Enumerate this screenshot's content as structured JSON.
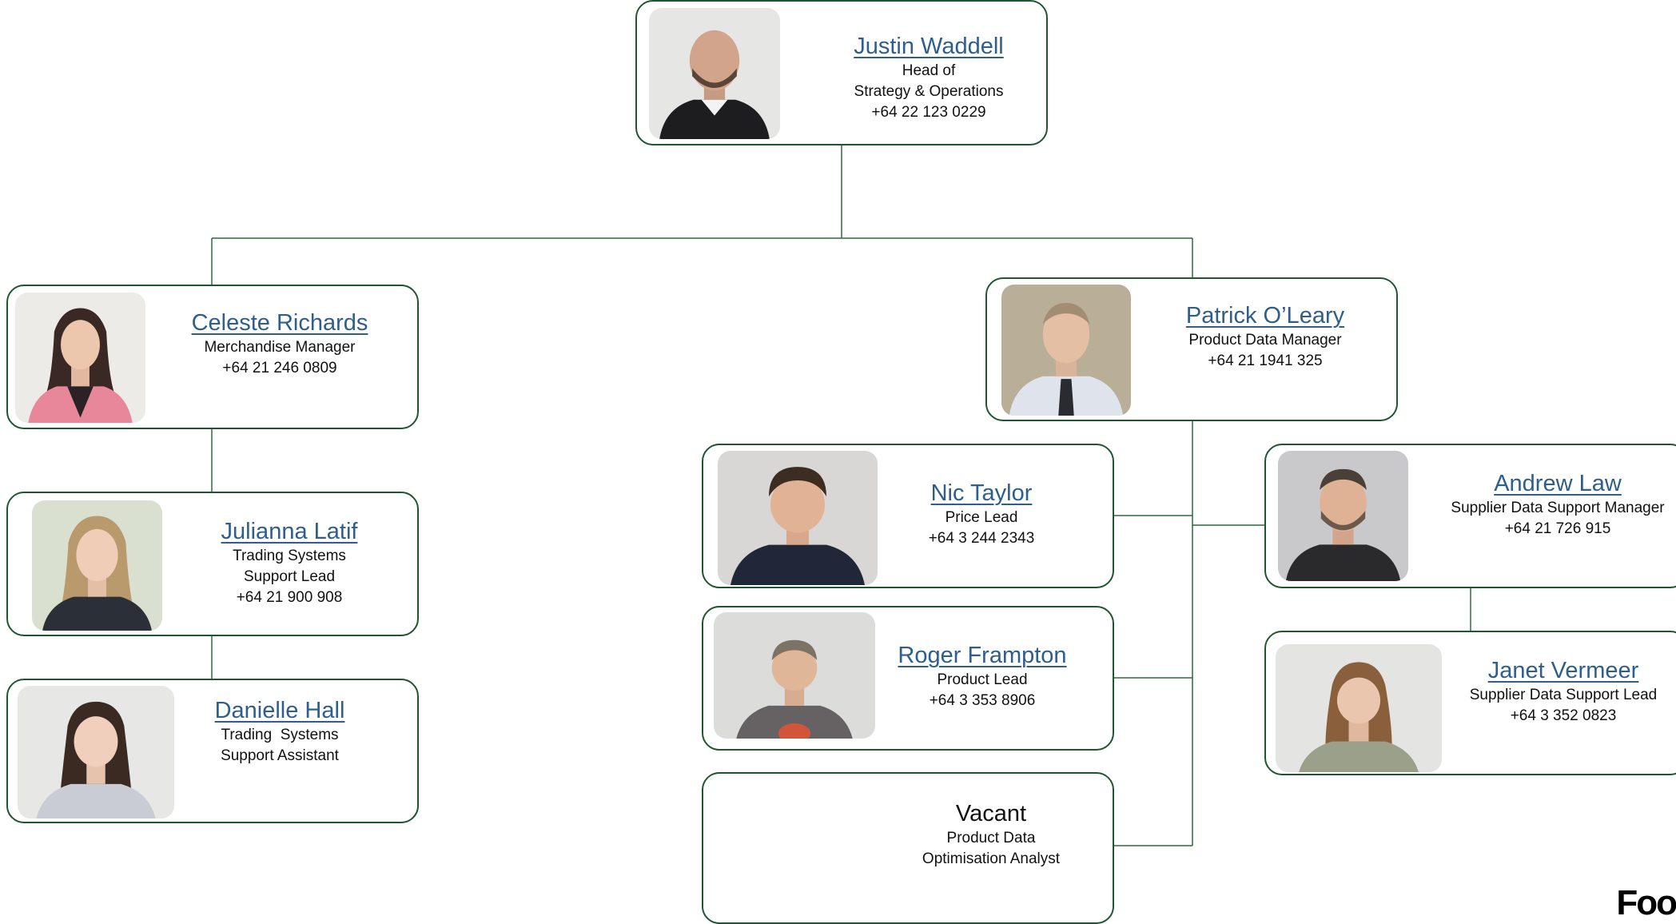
{
  "colors": {
    "border": "#1e5631",
    "connector": "#2d6a3e",
    "name_link": "#2e5e8c",
    "text": "#111111"
  },
  "people": {
    "justin": {
      "name": "Justin Waddell",
      "title_lines": [
        "Head of",
        "Strategy & Operations"
      ],
      "phone": "+64 22 123 0229"
    },
    "celeste": {
      "name": "Celeste Richards",
      "title_lines": [
        "Merchandise Manager"
      ],
      "phone": "+64 21 246 0809"
    },
    "patrick": {
      "name": "Patrick O’Leary",
      "title_lines": [
        "Product Data Manager"
      ],
      "phone": "+64 21 1941 325"
    },
    "julianna": {
      "name": "Julianna Latif",
      "title_lines": [
        "Trading Systems",
        "Support Lead"
      ],
      "phone": "+64 21 900 908"
    },
    "danielle": {
      "name": "Danielle Hall",
      "title_lines": [
        "Trading  Systems",
        "Support Assistant"
      ]
    },
    "nic": {
      "name": "Nic Taylor",
      "title_lines": [
        "Price Lead"
      ],
      "phone": "+64 3 244 2343"
    },
    "roger": {
      "name": "Roger Frampton",
      "title_lines": [
        "Product Lead"
      ],
      "phone": "+64 3 353 8906"
    },
    "vacant": {
      "name": "Vacant",
      "title_lines": [
        "Product Data",
        "Optimisation Analyst"
      ]
    },
    "andrew": {
      "name": "Andrew Law",
      "title_lines": [
        "Supplier Data Support Manager"
      ],
      "phone": "+64 21 726 915"
    },
    "janet": {
      "name": "Janet Vermeer",
      "title_lines": [
        "Supplier Data Support Lead"
      ],
      "phone": "+64 3 352 0823"
    }
  },
  "logo_fragment": "Foo"
}
